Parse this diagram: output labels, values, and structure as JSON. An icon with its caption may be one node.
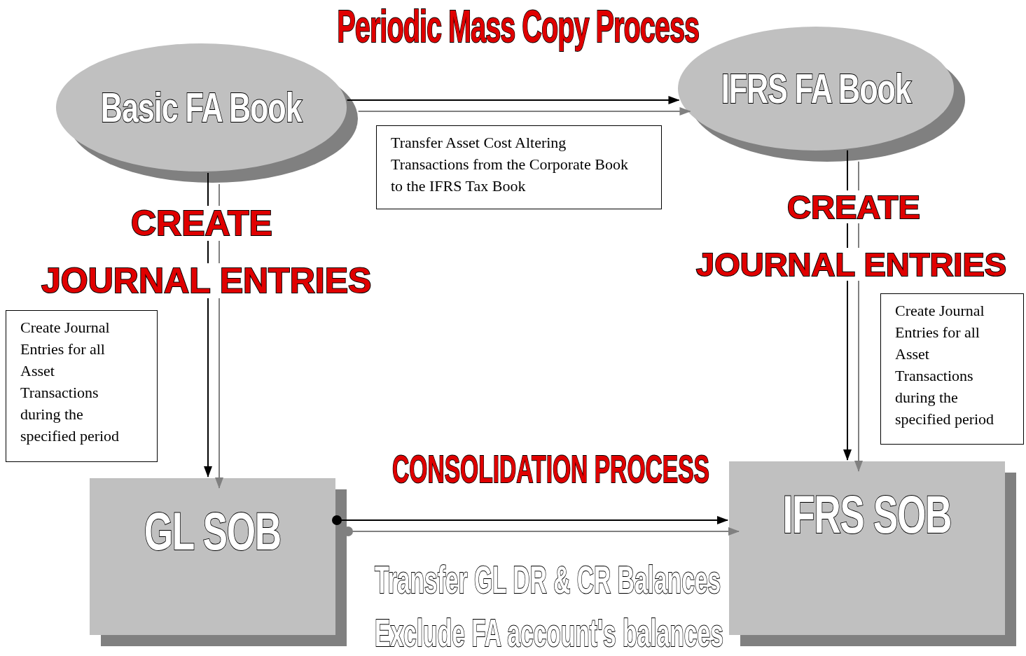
{
  "diagram": {
    "title": "Periodic Mass Copy Process",
    "nodes": [
      {
        "text": [
          "Basic FA Book"
        ]
      },
      {
        "text": [
          "IFRS FA Book"
        ]
      },
      {
        "text": [
          "Transfer Asset Cost Altering Transactions from the Corporate Book to the IFRS Tax Book"
        ]
      },
      {
        "text": [
          "Create Journal Entries for all Asset Transactions during the specified period"
        ]
      },
      {
        "text": [
          "Create Journal Entries for all Asset Transactions during the specified period"
        ]
      },
      {
        "text": [
          "GL SOB"
        ]
      },
      {
        "text": [
          "IFRS SOB"
        ]
      }
    ],
    "edges": [
      {
        "from": 0,
        "to": 1,
        "arrow": "to"
      },
      {
        "from": 0,
        "to": 5,
        "arrow": "to"
      },
      {
        "from": 1,
        "to": 6,
        "arrow": "to"
      },
      {
        "from": 5,
        "to": 6,
        "arrow": "to"
      }
    ],
    "labels": [
      "CREATE",
      "JOURNAL ENTRIES",
      "CREATE",
      "JOURNAL ENTRIES",
      "CONSOLIDATION PROCESS",
      "Transfer GL DR & CR Balances",
      "Exclude FA account's balances"
    ]
  }
}
